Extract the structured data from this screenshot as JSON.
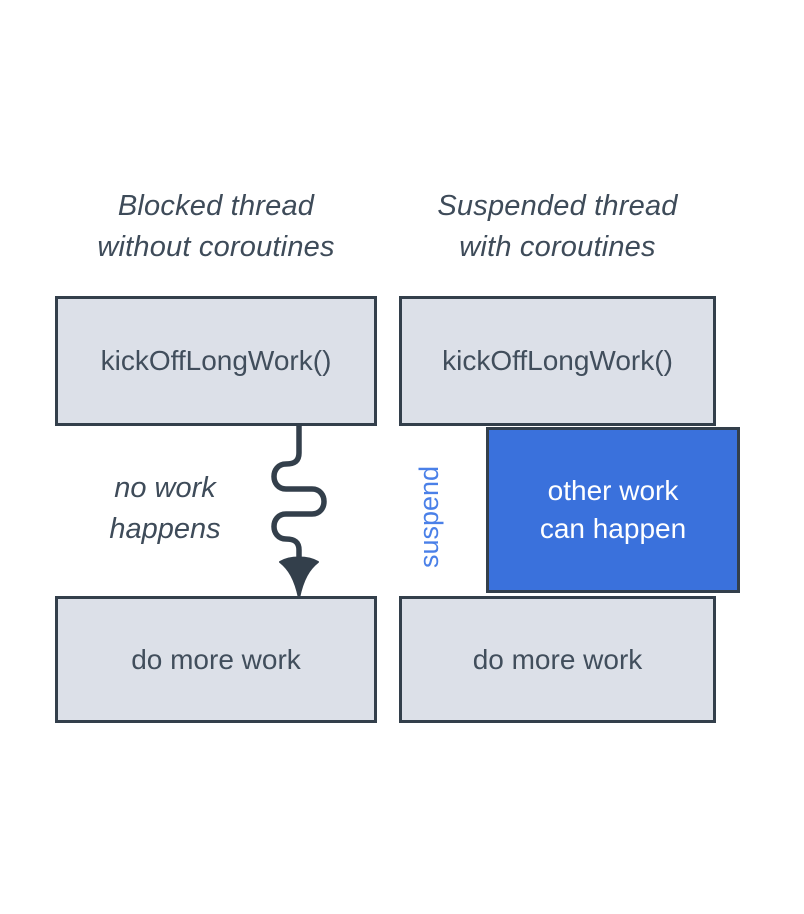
{
  "left_panel": {
    "title": [
      "Blocked thread",
      "without coroutines"
    ],
    "top_box": "kickOffLongWork()",
    "annotation": [
      "no work",
      "happens"
    ],
    "bottom_box": "do more work"
  },
  "right_panel": {
    "title": [
      "Suspended thread",
      "with coroutines"
    ],
    "top_box": "kickOffLongWork()",
    "suspend_label": "suspend",
    "highlight_box": [
      "other work",
      "can happen"
    ],
    "bottom_box": "do more work"
  },
  "colors": {
    "background": "#ffffff",
    "box_fill": "#dce0e8",
    "box_border": "#333f4b",
    "box_text": "#414e5c",
    "title_text": "#3e4b59",
    "highlight_fill": "#3a71dc",
    "highlight_text": "#ffffff",
    "suspend_text": "#4a80e8",
    "arrow": "#333f4b"
  }
}
